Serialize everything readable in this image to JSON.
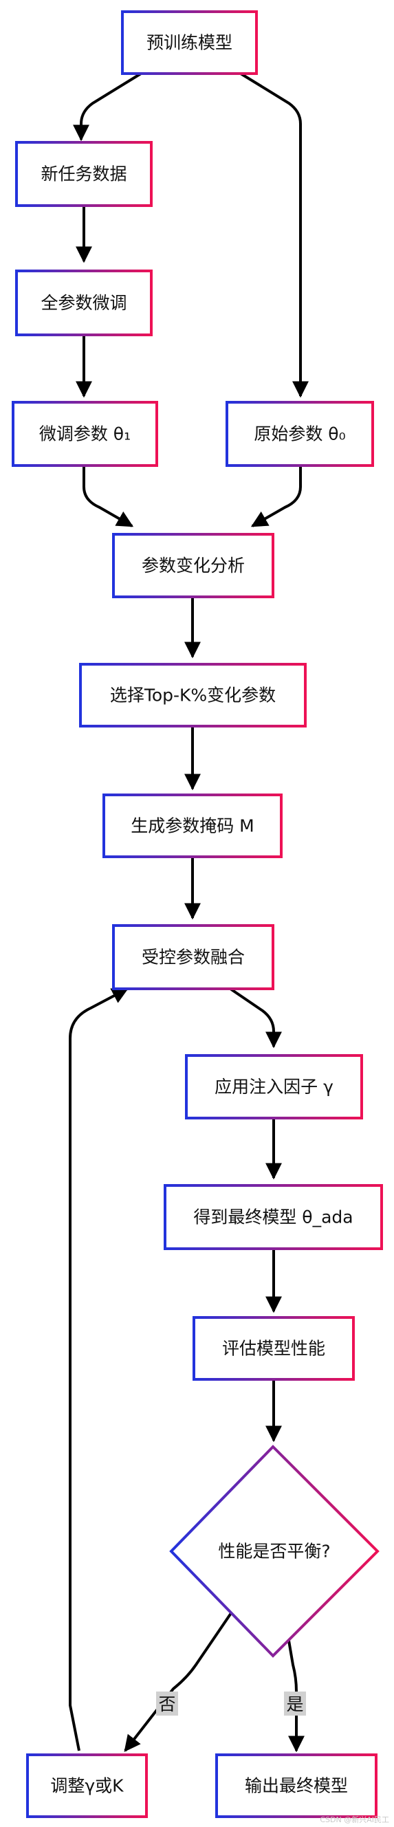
{
  "diagram": {
    "colors": {
      "border_start": "#2233dd",
      "border_end": "#ee1155",
      "edge": "#000000",
      "edge_label_bg": "#d0d0d0",
      "text": "#111111"
    },
    "nodes": [
      {
        "id": "pretrained",
        "label": "预训练模型",
        "shape": "rect"
      },
      {
        "id": "new_task_data",
        "label": "新任务数据",
        "shape": "rect"
      },
      {
        "id": "full_finetune",
        "label": "全参数微调",
        "shape": "rect"
      },
      {
        "id": "finetuned_params",
        "label": "微调参数 θ₁",
        "shape": "rect"
      },
      {
        "id": "original_params",
        "label": "原始参数 θ₀",
        "shape": "rect"
      },
      {
        "id": "param_change_analysis",
        "label": "参数变化分析",
        "shape": "rect"
      },
      {
        "id": "select_topk",
        "label": "选择Top-K%变化参数",
        "shape": "rect"
      },
      {
        "id": "gen_mask",
        "label": "生成参数掩码 M",
        "shape": "rect"
      },
      {
        "id": "controlled_fusion",
        "label": "受控参数融合",
        "shape": "rect"
      },
      {
        "id": "apply_gamma",
        "label": "应用注入因子 γ",
        "shape": "rect"
      },
      {
        "id": "final_model",
        "label": "得到最终模型 θ_ada",
        "shape": "rect"
      },
      {
        "id": "evaluate",
        "label": "评估模型性能",
        "shape": "rect"
      },
      {
        "id": "balanced_q",
        "label": "性能是否平衡?",
        "shape": "diamond"
      },
      {
        "id": "adjust",
        "label": "调整γ或K",
        "shape": "rect"
      },
      {
        "id": "output_final",
        "label": "输出最终模型",
        "shape": "rect"
      }
    ],
    "edges": [
      {
        "from": "pretrained",
        "to": "new_task_data",
        "label": ""
      },
      {
        "from": "pretrained",
        "to": "original_params",
        "label": ""
      },
      {
        "from": "new_task_data",
        "to": "full_finetune",
        "label": ""
      },
      {
        "from": "full_finetune",
        "to": "finetuned_params",
        "label": ""
      },
      {
        "from": "finetuned_params",
        "to": "param_change_analysis",
        "label": ""
      },
      {
        "from": "original_params",
        "to": "param_change_analysis",
        "label": ""
      },
      {
        "from": "param_change_analysis",
        "to": "select_topk",
        "label": ""
      },
      {
        "from": "select_topk",
        "to": "gen_mask",
        "label": ""
      },
      {
        "from": "gen_mask",
        "to": "controlled_fusion",
        "label": ""
      },
      {
        "from": "controlled_fusion",
        "to": "apply_gamma",
        "label": ""
      },
      {
        "from": "apply_gamma",
        "to": "final_model",
        "label": ""
      },
      {
        "from": "final_model",
        "to": "evaluate",
        "label": ""
      },
      {
        "from": "evaluate",
        "to": "balanced_q",
        "label": ""
      },
      {
        "from": "balanced_q",
        "to": "adjust",
        "label": "否"
      },
      {
        "from": "balanced_q",
        "to": "output_final",
        "label": "是"
      },
      {
        "from": "adjust",
        "to": "controlled_fusion",
        "label": ""
      }
    ]
  },
  "watermark": "CSDN @新兴AI民工"
}
